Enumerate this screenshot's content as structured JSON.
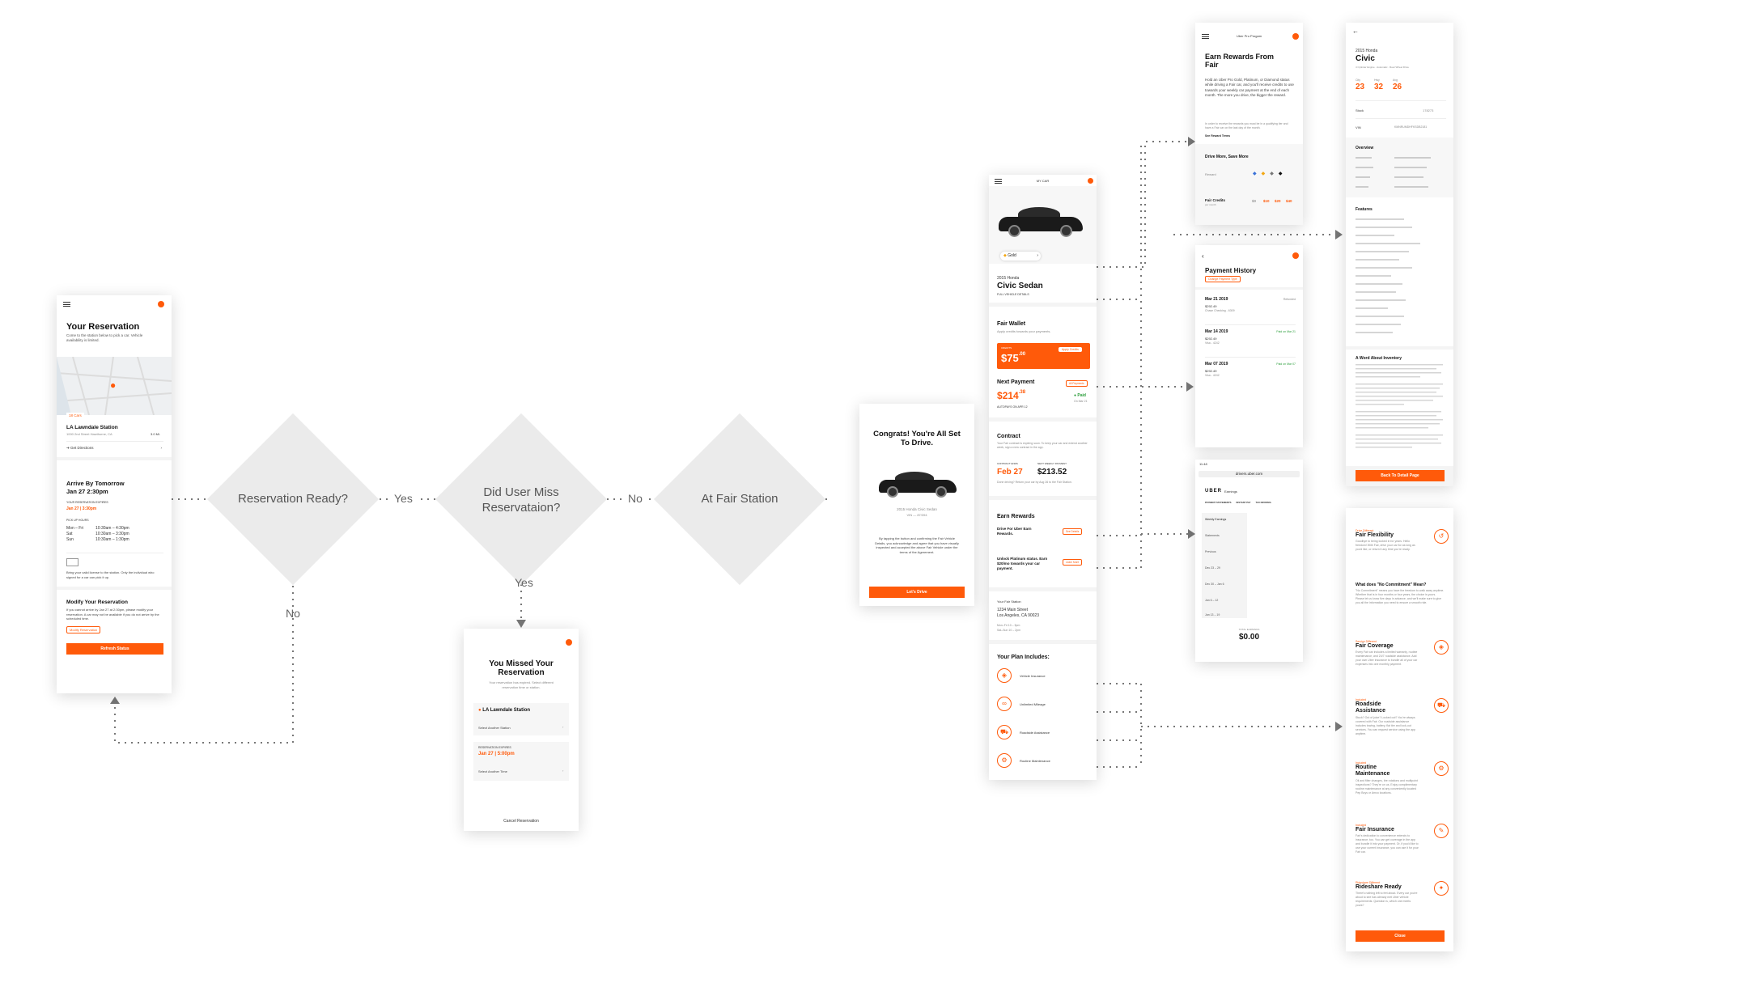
{
  "flow": {
    "reservation_ready": "Reservation Ready?",
    "yes1": "Yes",
    "did_user_miss": "Did User Miss Reservataion?",
    "no1": "No",
    "at_fair_station": "At Fair Station",
    "yes2": "Yes",
    "no2": "No"
  },
  "reservation": {
    "title": "Your Reservation",
    "subtitle": "Come to the station below to pick a car. Vehicle availability is limited.",
    "cars_badge": "18 Cars",
    "station": "LA Lawndale Station",
    "address": "1000 2nd Street Hawthorne, CA",
    "distance": "3.0 Mi.",
    "directions": "Get Directions",
    "arrive": "Arrive By Tomorrow",
    "arrive_date": "Jan 27 2:30pm",
    "res_expires_label": "YOUR RESERVATION EXPIRES",
    "res_expires": "Jan 27 | 3:30pm",
    "pickup_label": "PICK UP HOURS",
    "hours": [
      {
        "d": "Mon – Fri",
        "t": "10:30am – 4:30pm"
      },
      {
        "d": "Sat",
        "t": "10:30am – 3:30pm"
      },
      {
        "d": "Sun",
        "t": "10:30am – 1:30pm"
      }
    ],
    "license_note": "Bring your valid license to the station. Only the individual who signed for a car can pick it up.",
    "modify_title": "Modify Your Reservation",
    "modify_text": "If you cannot arrive by Jan 27 at 2:30pm, please modify your reservation. A car may not be available if you do not arrive by the scheduled time.",
    "modify_btn": "Modify Reservation",
    "refresh_btn": "Refresh Status"
  },
  "missed": {
    "title": "You Missed Your Reservation",
    "subtitle": "Your reservation has expired. Select different reservation time or station.",
    "station": "LA Lawndale Station",
    "select_station": "Select Another Station",
    "expires_label": "RESERVATION EXPIRES",
    "expires": "Jan 27 | 5:00pm",
    "select_time": "Select Another Time",
    "cancel": "Cancel Reservation"
  },
  "congrats": {
    "title": "Congrats! You're All Set To Drive.",
    "car": "2015 Honda Civic Sedan",
    "vin": "VIN — 87/394",
    "text": "By tapping the button and confirming the Fair Vehicle Details, you acknowledge and agree that you have visually inspected and accepted the above Fair Vehicle under the terms of the Agreement.",
    "btn": "Let's Drive"
  },
  "mycar": {
    "header": "MY CAR",
    "tier": "Gold",
    "year": "2015 Honda",
    "model": "Civic Sedan",
    "details": "FULL VEHICLE DETAILS",
    "wallet_title": "Fair Wallet",
    "wallet_sub": "Apply credits towards your payments.",
    "credits_label": "CREDITS",
    "credits": "75",
    "credits_cents": ".00",
    "apply": "Apply Credits",
    "next_title": "Next Payment",
    "all_payments": "All Payments",
    "next_amount": "214",
    "next_cents": ".38",
    "paid": "Paid",
    "paid_date": "On Mar 21",
    "autopay": "AUTOPAYS ON APR 12",
    "contract_title": "Contract",
    "contract_text": "Your Fair contract is expiring soon. To keep your car and extend another week, sign a new contract in the app.",
    "contract_ends_label": "CONTRACT ENDS",
    "contract_ends": "Feb 27",
    "weekly_label": "NEXT WEEKLY PAYMENT",
    "weekly": "$213.52",
    "contract_note": "Done driving? Return your car by Aug 26 to the Fair Station.",
    "earn_title": "Earn Rewards",
    "earn1": "Drive For Uber Earn Rewards.",
    "see_details": "See Details",
    "earn2": "Unlock Platinum status. Earn $20/mo towards your car payment.",
    "learn_more": "Learn More",
    "station_label": "Your Fair Station",
    "station_addr1": "1234 Main Street",
    "station_addr2": "Los Angeles, CA 90023",
    "station_h1": "Mon–Fri  10 – 5pm",
    "station_h2": "Sat–Sun  10 – 2pm",
    "plan_title": "Your Plan Includes:",
    "plan": [
      "Vehicle Insurance",
      "Unlimited Mileage",
      "Roadside Assistance",
      "Routine Maintenance"
    ]
  },
  "uberpro": {
    "header": "Uber Pro Progam",
    "title": "Earn Rewards From Fair",
    "text": "Hold an Uber Pro Gold, Platinum, or Diamond status while driving a Fair car, and you'll receive credits to use towards your weekly car payment at the end of each month. The more you drive, the bigger the reward.",
    "small": "In order to receive the rewards you must be in a qualifying tier and have a Fair car on the last day of the month.",
    "terms": "See Reward Terms",
    "drive_more": "Drive More, Save More",
    "reward_label": "Reward",
    "credits_label": "Fair Credits",
    "credits_sub": "per month",
    "credits": [
      "$0",
      "$10",
      "$20",
      "$40"
    ]
  },
  "history": {
    "title": "Payment History",
    "change": "Change Payment Type",
    "rows": [
      {
        "date": "Mar 21 2019",
        "amt": "$292.49",
        "sub": "Chase Checking - 6309",
        "status": "Refunded"
      },
      {
        "date": "Mar 14 2019",
        "amt": "$292.49",
        "sub": "Visa - 4242",
        "status": "Paid on Mar 21"
      },
      {
        "date": "Mar 07 2019",
        "amt": "$292.49",
        "sub": "Visa - 4242",
        "status": "Paid on Mar 07"
      }
    ]
  },
  "earnings": {
    "time": "11:48",
    "url": "drivers.uber.com",
    "brand": "UBER",
    "earnings": "Earnings",
    "tabs": [
      "PAYMENT STATEMENTS",
      "INSTANT PAY",
      "TAX INFORMA"
    ],
    "side": [
      "Weekly Earnings",
      "Statements",
      "Previous",
      "Dec 23 – 29",
      "Dec 30 – Jan 6",
      "Jan 6 – 12",
      "Jan 13 – 19"
    ],
    "total_label": "TOTAL EARNINGS",
    "total": "$0.00"
  },
  "vehicle": {
    "year": "2015 Honda",
    "model": "Civic",
    "sub": "4 Cylinder Engine · Automatic · Rear Wheel Drive",
    "mpg_labels": [
      "City",
      "Hwy",
      "Avg"
    ],
    "mpg": [
      "23",
      "32",
      "26"
    ],
    "stock_label": "Stock",
    "stock": "178273",
    "vin_label": "VIN",
    "vin": "KMNRUMDHFKSDB2181",
    "overview": "Overview",
    "features": "Features",
    "inventory_title": "A Word About Inventory",
    "back_btn": "Back To Detail Page"
  },
  "benefits": {
    "items": [
      {
        "tag": "Drive Different",
        "title": "Fair Flexibility",
        "text": "Goodbye to being locked in for years. Hello freedom! With Fair, drive your car for as long as you'd like, or return it any time you're ready."
      },
      {
        "tag": "",
        "title": "What does \"No Commitment\" Mean?",
        "text": "\"No Commitment\" means you have the freedom to walk away anytime. Whether that is in four months or four years, the choice is yours. Please let us know five days in advance, and we'll make sure to give you all the information you need to ensure a smooth ride."
      },
      {
        "tag": "Service Different",
        "title": "Fair Coverage",
        "text": "Every Fair car includes a limited warranty, routine maintenance, and 24/7 roadside assistance. Add your own Uber insurance to bundle all of your car expenses into one monthly payment."
      },
      {
        "tag": "Included",
        "title": "Roadside Assistance",
        "text": "Stuck? Out of juice? Locked out? You're always covered with Fair. Our roadside assistance includes towing, battery, flat tire and lock-out services. You can request service using the app anytime."
      },
      {
        "tag": "Included",
        "title": "Routine Maintenance",
        "text": "Oil and filter changes, tire rotations and multipoint inspections? They're on us. Enjoy complimentary routine maintenance at any conveniently located Pep Boys or Amco locations."
      },
      {
        "tag": "Included",
        "title": "Fair Insurance",
        "text": "Fair's dedication to convenience extends to insurance, too. You can get coverage in the app and bundle it into your payment. Or, if you'd like to use your current insurance, you can use it for your Fair car."
      },
      {
        "tag": "Rideshare Different",
        "title": "Rideshare Ready",
        "text": "There's nothing left to fret about. Every car you're about to see has already met Uber vehicle requirements. Question is, which one meets yours?"
      }
    ],
    "close": "Close"
  },
  "colors": {
    "accent": "#ff5a0a",
    "diamond": "#ebebeb"
  },
  "icons": [
    "menu-icon",
    "fair-logo-icon",
    "pin-icon",
    "arrow-icon",
    "chevron-icon",
    "car-icon",
    "shield-icon",
    "road-icon",
    "wrench-icon"
  ]
}
